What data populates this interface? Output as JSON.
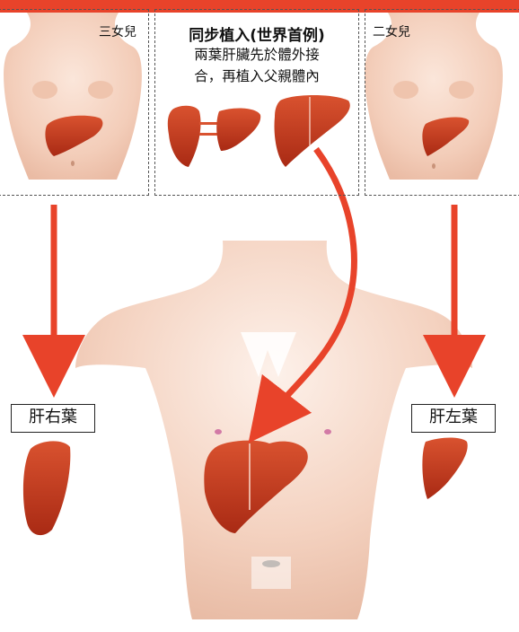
{
  "banner": {
    "title": ""
  },
  "left_panel": {
    "label": "三女兒"
  },
  "middle_panel": {
    "title": "同步植入(世界首例)",
    "description_line1": "兩葉肝臟先於體外接",
    "description_line2": "合，再植入父親體內"
  },
  "right_panel": {
    "label": "二女兒"
  },
  "labels": {
    "right_lobe": "肝右葉",
    "left_lobe": "肝左葉"
  },
  "colors": {
    "accent_red": "#e8432a",
    "liver": "#c8381e",
    "skin": "#f6d4c2",
    "arrow": "#e8432a"
  },
  "icons": {
    "donor_torso": "female-torso-illustration",
    "recipient_torso": "male-torso-illustration",
    "liver": "liver-illustration",
    "arrow": "arrow-down"
  }
}
